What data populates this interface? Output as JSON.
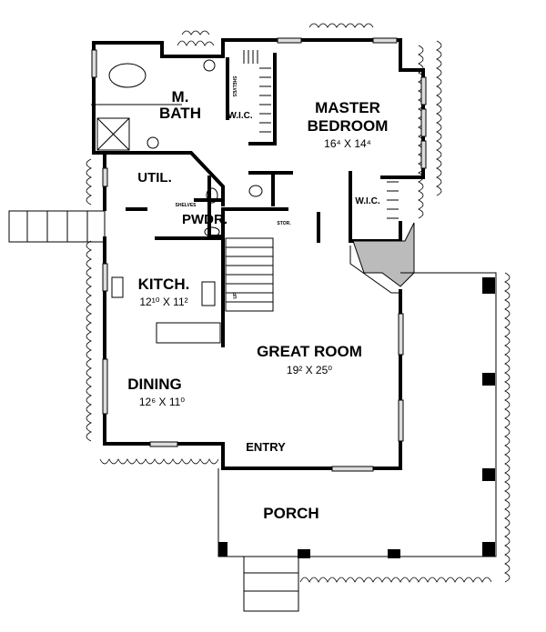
{
  "rooms": {
    "master_bath": {
      "line1": "M.",
      "line2": "BATH"
    },
    "master_closet": {
      "label": "W.I.C.",
      "shelves": "SHELVES"
    },
    "master_bedroom": {
      "line1": "MASTER",
      "line2": "BEDROOM",
      "dims": "16⁴ X 14⁴"
    },
    "utility": {
      "label": "UTIL.",
      "shelves": "SHELVES"
    },
    "powder": {
      "label": "PWDR."
    },
    "storage": {
      "label": "STOR."
    },
    "closet2": {
      "label": "W.I.C."
    },
    "kitchen": {
      "label": "KITCH.",
      "dims": "12¹⁰ X 11²"
    },
    "stairs": {
      "label": "UP"
    },
    "great_room": {
      "label": "GREAT ROOM",
      "dims": "19² X 25⁰"
    },
    "dining": {
      "label": "DINING",
      "dims": "12⁶ X 11⁰"
    },
    "entry": {
      "label": "ENTRY"
    },
    "porch": {
      "label": "PORCH"
    }
  }
}
